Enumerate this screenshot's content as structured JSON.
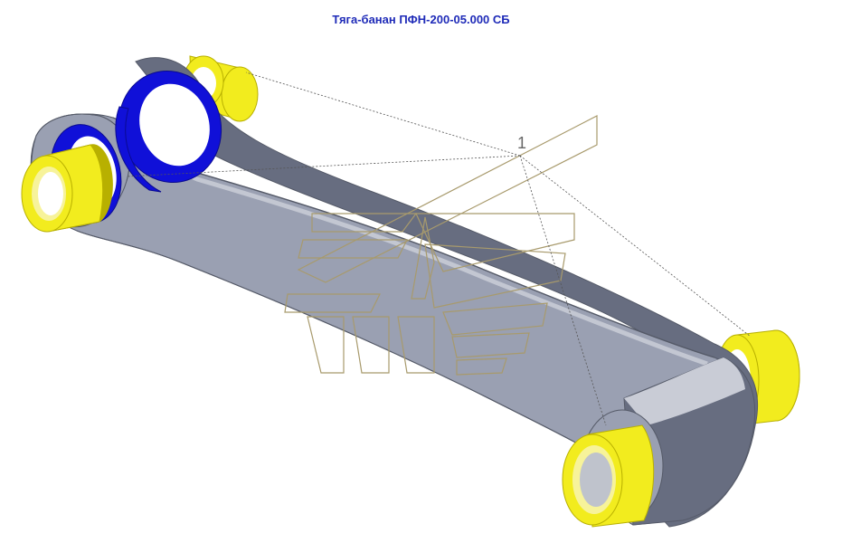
{
  "title": "Тяга-банан ПФН-200-05.000 СБ",
  "callout": {
    "number": "1"
  },
  "colors": {
    "title": "#1f2bb8",
    "body": "#9aa0b2",
    "body_dark": "#676d80",
    "edge": "#555a68",
    "bushing": "#f2ec1e",
    "bushing_dark": "#b8b000",
    "spacer": "#1010d8",
    "leader": "#555555",
    "watermark": "#a89a6c"
  },
  "parts": [
    {
      "name": "arm-body",
      "label": ""
    },
    {
      "name": "bushing",
      "label": ""
    },
    {
      "name": "spacer-ring",
      "label": ""
    }
  ]
}
